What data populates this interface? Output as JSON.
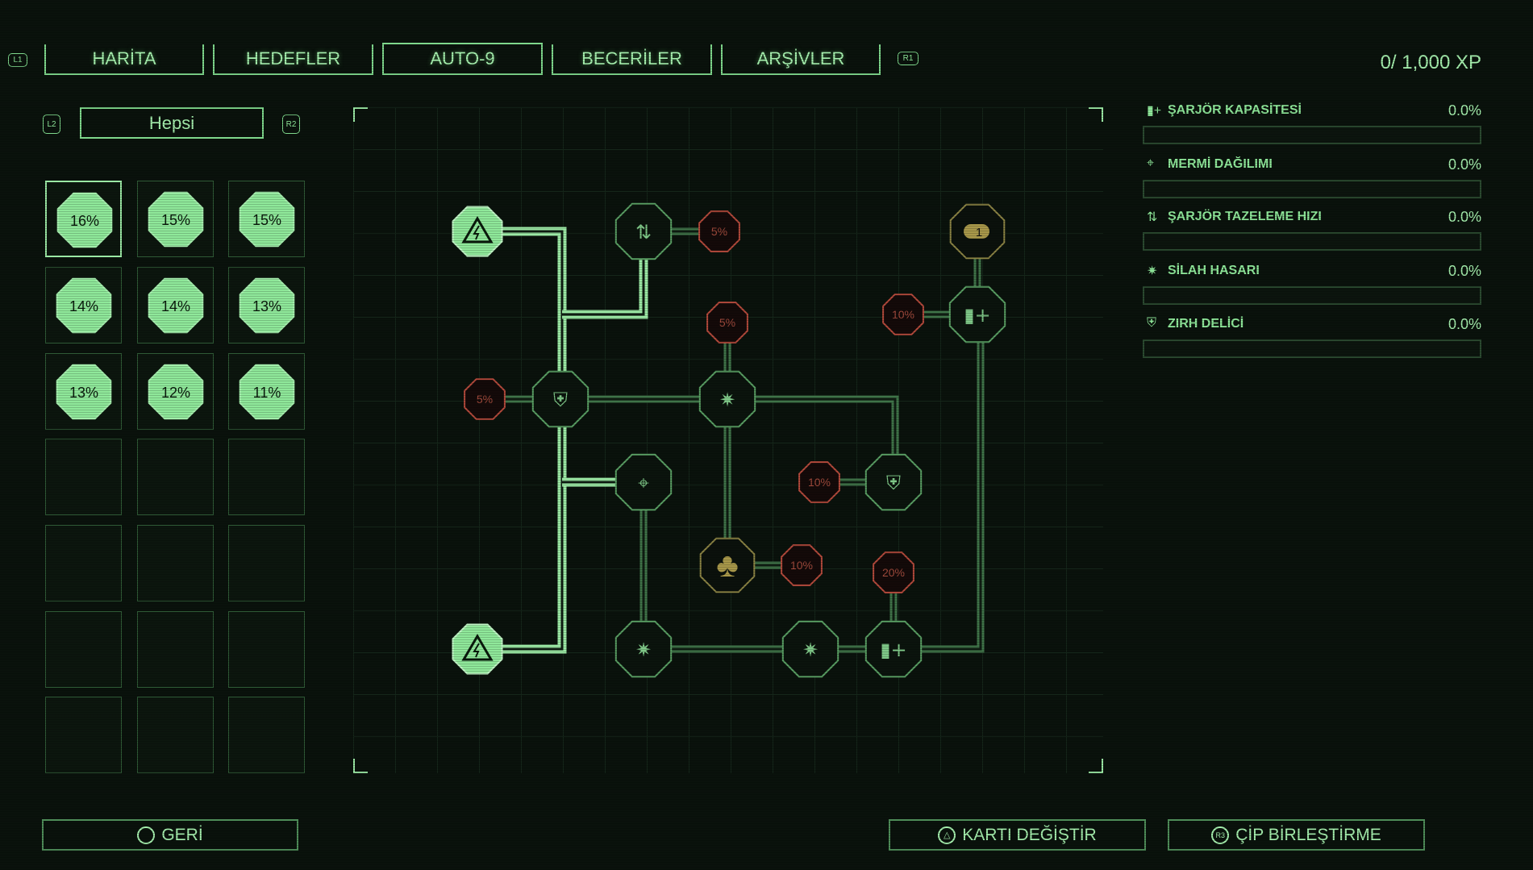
{
  "nav": {
    "left_hint": "L1",
    "right_hint": "R1",
    "tabs": [
      {
        "label": "HARİTA"
      },
      {
        "label": "HEDEFLER"
      },
      {
        "label": "AUTO-9",
        "active": true
      },
      {
        "label": "BECERİLER"
      },
      {
        "label": "ARŞİVLER"
      }
    ]
  },
  "xp": "0/ 1,000 XP",
  "filter": {
    "left_hint": "L2",
    "right_hint": "R2",
    "label": "Hepsi"
  },
  "chips": [
    "16%",
    "15%",
    "15%",
    "14%",
    "14%",
    "13%",
    "13%",
    "12%",
    "11%"
  ],
  "empty_slots": 12,
  "graph": {
    "nodes": [
      {
        "type": "start",
        "icon": "lightning-icon"
      },
      {
        "type": "skill",
        "icon": "reload-icon"
      },
      {
        "type": "locked",
        "label": "5%"
      },
      {
        "type": "gold",
        "icon": "bullet-icon",
        "label": "1"
      },
      {
        "type": "locked",
        "label": "5%"
      },
      {
        "type": "locked",
        "label": "10%"
      },
      {
        "type": "skill",
        "icon": "magazine-icon"
      },
      {
        "type": "locked",
        "label": "5%"
      },
      {
        "type": "skill",
        "icon": "shield-icon"
      },
      {
        "type": "skill",
        "icon": "explosion-icon"
      },
      {
        "type": "skill",
        "icon": "crosshair-icon"
      },
      {
        "type": "locked",
        "label": "10%"
      },
      {
        "type": "skill",
        "icon": "shield-icon"
      },
      {
        "type": "gold",
        "icon": "mushroom-cloud-icon"
      },
      {
        "type": "locked",
        "label": "10%"
      },
      {
        "type": "locked",
        "label": "20%"
      },
      {
        "type": "start",
        "icon": "lightning-icon"
      },
      {
        "type": "skill",
        "icon": "explosion-icon"
      },
      {
        "type": "skill",
        "icon": "explosion-icon"
      },
      {
        "type": "skill",
        "icon": "magazine-icon"
      }
    ]
  },
  "stats": [
    {
      "label": "ŞARJÖR KAPASİTESİ",
      "value": "0.0%",
      "progress": 0,
      "icon": "magazine-icon"
    },
    {
      "label": "MERMİ DAĞILIMI",
      "value": "0.0%",
      "progress": 0,
      "icon": "crosshair-icon"
    },
    {
      "label": "ŞARJÖR TAZELEME HIZI",
      "value": "0.0%",
      "progress": 0,
      "icon": "reload-icon"
    },
    {
      "label": "SİLAH HASARI",
      "value": "0.0%",
      "progress": 0,
      "icon": "explosion-icon"
    },
    {
      "label": "ZIRH DELİCİ",
      "value": "0.0%",
      "progress": 0,
      "icon": "shield-icon"
    }
  ],
  "buttons": {
    "back": "GERİ",
    "change_card": "KARTI DEĞİŞTİR",
    "chip_merge": "ÇİP BİRLEŞTİRME",
    "merge_hint": "R3"
  },
  "colors": {
    "accent": "#8fe89a",
    "locked": "#c0503f",
    "gold": "#a8984a",
    "dim": "#4e8a58"
  }
}
